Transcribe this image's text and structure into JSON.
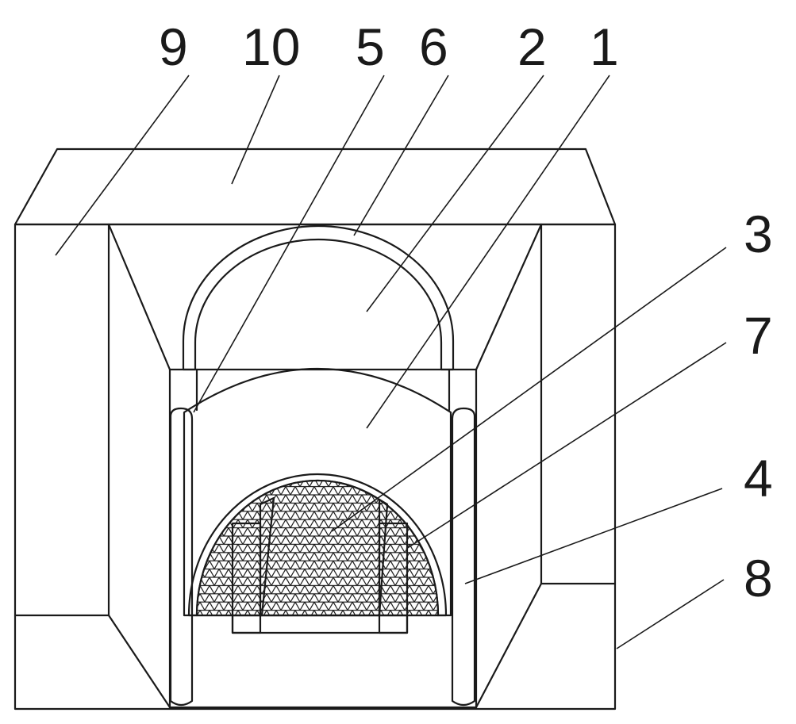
{
  "figure": {
    "callouts": [
      {
        "id": "9",
        "label": "9"
      },
      {
        "id": "10",
        "label": "10"
      },
      {
        "id": "5",
        "label": "5"
      },
      {
        "id": "6",
        "label": "6"
      },
      {
        "id": "2",
        "label": "2"
      },
      {
        "id": "1",
        "label": "1"
      },
      {
        "id": "3",
        "label": "3"
      },
      {
        "id": "7",
        "label": "7"
      },
      {
        "id": "4",
        "label": "4"
      },
      {
        "id": "8",
        "label": "8"
      }
    ]
  },
  "colors": {
    "line": "#1a1a1a",
    "background": "#ffffff"
  }
}
